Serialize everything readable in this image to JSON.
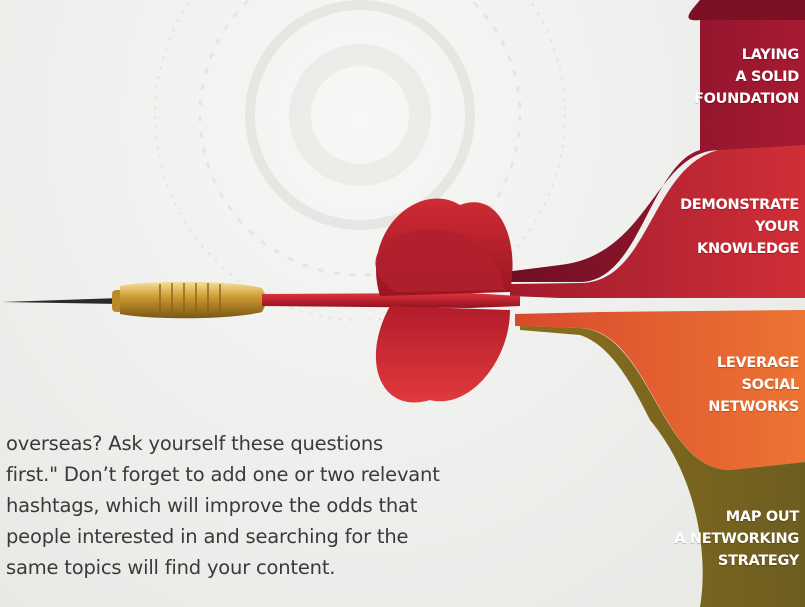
{
  "steps": [
    {
      "label": "LAYING\nA SOLID\nFOUNDATION",
      "color": "#9c1630"
    },
    {
      "label": "DEMONSTRATE\nYOUR\nKNOWLEDGE",
      "color": "#c42a35"
    },
    {
      "label": "LEVERAGE\nSOCIAL\nNETWORKS",
      "color": "#e4622f"
    },
    {
      "label": "MAP OUT\nA NETWORKING\nSTRATEGY",
      "color": "#7a6a22"
    }
  ],
  "body_lines": [
    "overseas? Ask yourself these questions",
    "first.\" Don’t forget to add one or two relevant",
    "hashtags, which will improve the odds that",
    "people interested in and searching for the",
    "same topics will find your content."
  ]
}
